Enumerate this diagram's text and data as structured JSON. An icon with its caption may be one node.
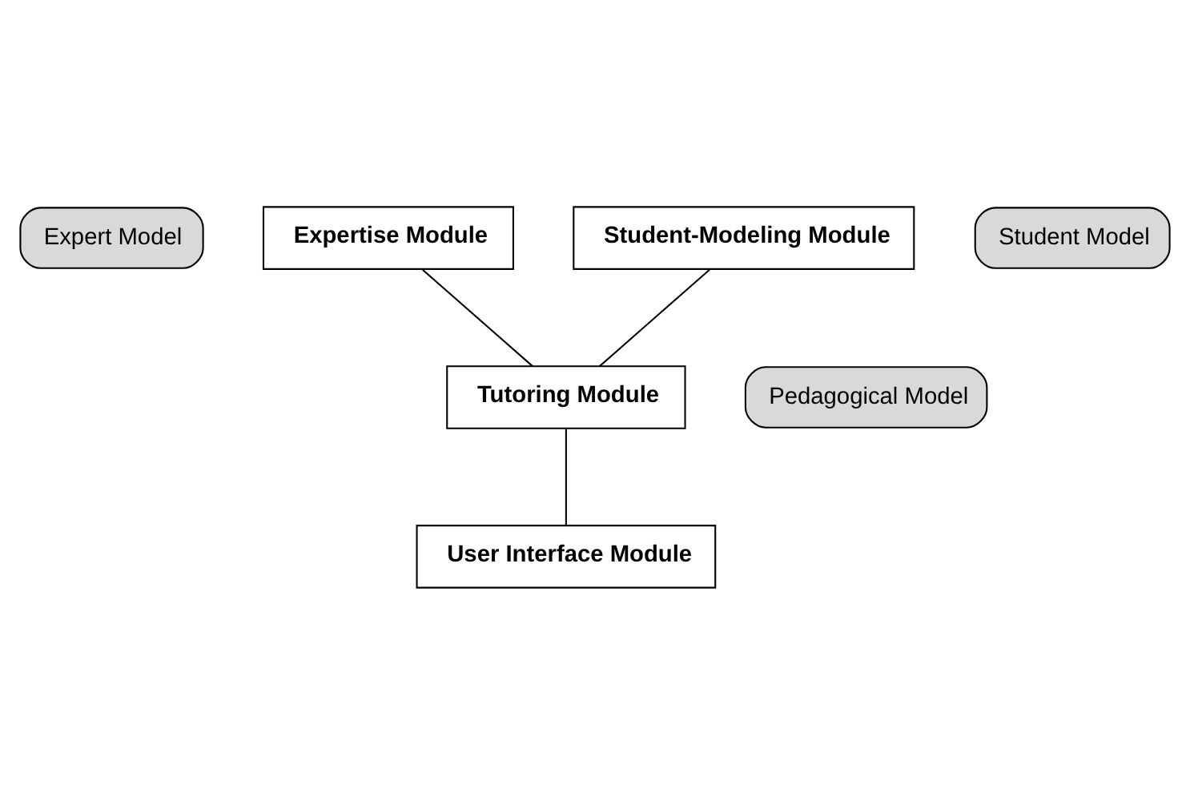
{
  "diagram": {
    "nodes": [
      {
        "text": [
          "Expert Model"
        ]
      },
      {
        "text": [
          "Student Model"
        ]
      },
      {
        "text": [
          "Expertise Module"
        ]
      },
      {
        "text": [
          "Student-Modeling Module"
        ]
      },
      {
        "text": [
          "Tutoring Module"
        ]
      },
      {
        "text": [
          "Pedagogical Model"
        ]
      },
      {
        "text": [
          "User Interface Module"
        ]
      }
    ],
    "edges": [
      {
        "from": 2,
        "to": 4,
        "arrow": "none"
      },
      {
        "from": 3,
        "to": 4,
        "arrow": "none"
      },
      {
        "from": 4,
        "to": 6,
        "arrow": "none"
      }
    ]
  }
}
